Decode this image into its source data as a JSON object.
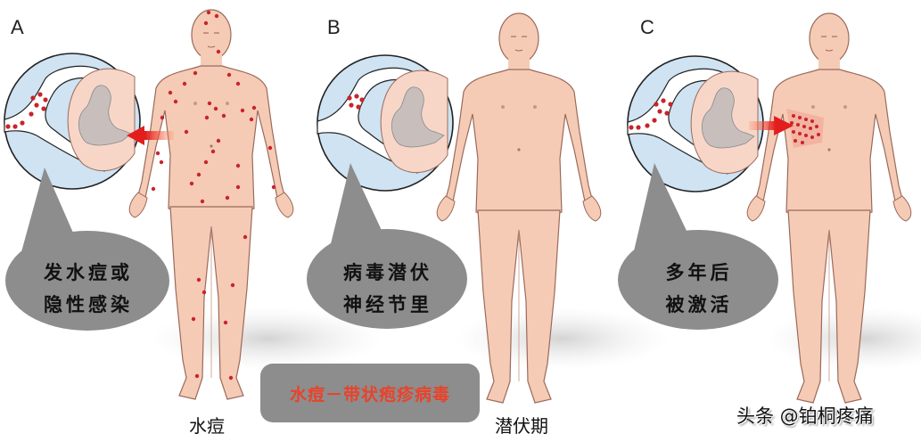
{
  "panels": [
    {
      "letter": "A",
      "bubble_lines": [
        "发水痘或",
        "隐性感染"
      ],
      "caption": "水痘",
      "state": "active-rash"
    },
    {
      "letter": "B",
      "bubble_lines": [
        "病毒潜伏",
        "神经节里"
      ],
      "caption": "潜伏期",
      "state": "latent"
    },
    {
      "letter": "C",
      "bubble_lines": [
        "多年后",
        "被激活"
      ],
      "caption": "",
      "state": "reactivated-dermatome"
    }
  ],
  "title": "水痘－带状疱疹病毒",
  "watermark": "头条 @铂桐疼痛",
  "colors": {
    "skin": "#f6cbb5",
    "skin_outline": "#9a6a5c",
    "inset_bg": "#cfe3f2",
    "spinal_cord": "#f7d6c8",
    "gray_matter": "#c8bfbd",
    "virus_dot": "#c8242c",
    "arrow": "#e21d1d",
    "bubble": "#8d8d8d",
    "title_text": "#e8432a"
  }
}
